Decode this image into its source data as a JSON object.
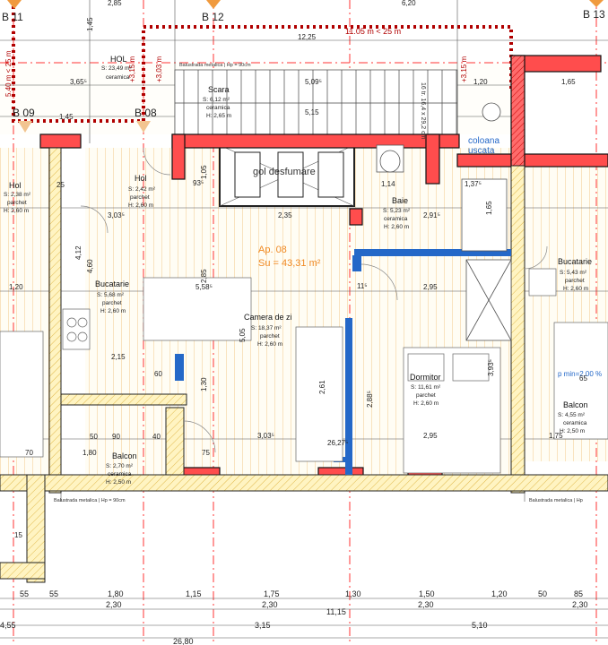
{
  "axes": [
    "B 11",
    "B 12",
    "B 13",
    "B 09",
    "B 08"
  ],
  "apartment": {
    "id": "Ap. 08",
    "area": "Su = 43,31 m²"
  },
  "rooms": [
    {
      "name": "HOL",
      "area": "S: 23,49 m²",
      "floor": "ceramica",
      "height": ""
    },
    {
      "name": "Scara",
      "area": "S: 6,12 m²",
      "floor": "ceramica",
      "height": "H: 2,65 m"
    },
    {
      "name": "Hol",
      "area": "S: 2,38 m²",
      "floor": "parchet",
      "height": "H: 2,60 m"
    },
    {
      "name": "Hol",
      "area": "S: 2,42 m²",
      "floor": "parchet",
      "height": "H: 2,60 m"
    },
    {
      "name": "Bucatarie",
      "area": "S: 5,68 m²",
      "floor": "parchet",
      "height": "H: 2,60 m"
    },
    {
      "name": "Camera de zi",
      "area": "S: 18,37 m²",
      "floor": "parchet",
      "height": "H: 2,60 m"
    },
    {
      "name": "Baie",
      "area": "S: 5,23 m²",
      "floor": "ceramica",
      "height": "H: 2,60 m"
    },
    {
      "name": "Dormitor",
      "area": "S: 11,61 m²",
      "floor": "parchet",
      "height": "H: 2,60 m"
    },
    {
      "name": "Bucatarie",
      "area": "S: 5,43 m²",
      "floor": "parchet",
      "height": "H: 2,60 m"
    },
    {
      "name": "Balcon",
      "area": "S: 2,70 m²",
      "floor": "ceramica",
      "height": "H: 2,50 m"
    },
    {
      "name": "Balcon",
      "area": "S: 4,55 m²",
      "floor": "ceramica",
      "height": "H: 2,50 m"
    }
  ],
  "notes": {
    "limit": "11.05 m < 25 m",
    "limit_left": "5.40 m < 25 m",
    "gol_fum": "gol desfumare",
    "coloana": "coloana",
    "uscata": "uscata",
    "balustrada_top": "Balustrada metalica | Hp = 90cm",
    "balustrada_bottom": "Balustrada metalica | Hp = 90cm",
    "balustrada_right": "Balustrada metalica | Hp",
    "pmin": "p min=2,00 %",
    "stairs": "16 tr. 16,4 x 29,2 cm",
    "elev1": "+3,15 m",
    "elev2": "+3,03 m",
    "elev3": "+3,15 m"
  },
  "dims": {
    "top": [
      "2,85",
      "6,20",
      "12,25",
      "1,45",
      "3,65⁵",
      "5,09⁵",
      "1,20",
      "1,65",
      "1,45",
      "5,15"
    ],
    "row1": [
      "55",
      "55",
      "1,80",
      "1,15",
      "1,75",
      "1,30",
      "1,50",
      "1,20",
      "50",
      "85"
    ],
    "row2": [
      "2,30",
      "2,30",
      "2,30",
      "2,30"
    ],
    "row3": [
      "11,15"
    ],
    "row4": [
      "4,55",
      "3,15",
      "5,10"
    ],
    "row5": [
      "26,80"
    ],
    "interior": [
      "2,35",
      "2,91⁵",
      "1,14",
      "3,03⁵",
      "1,20",
      "2,95",
      "2,95",
      "3,03⁵",
      "2,61",
      "2,88⁵",
      "3,93⁵",
      "1,37⁵",
      "5,05",
      "2,85",
      "4,60",
      "4,12",
      "1,65",
      "1,30",
      "2,15",
      "1,75",
      "1,80",
      "60",
      "65",
      "70",
      "90",
      "40",
      "75",
      "50",
      "25",
      "15",
      "11⁵",
      "26,27⁵",
      "93⁵",
      "5,58⁵",
      "1,05"
    ]
  }
}
